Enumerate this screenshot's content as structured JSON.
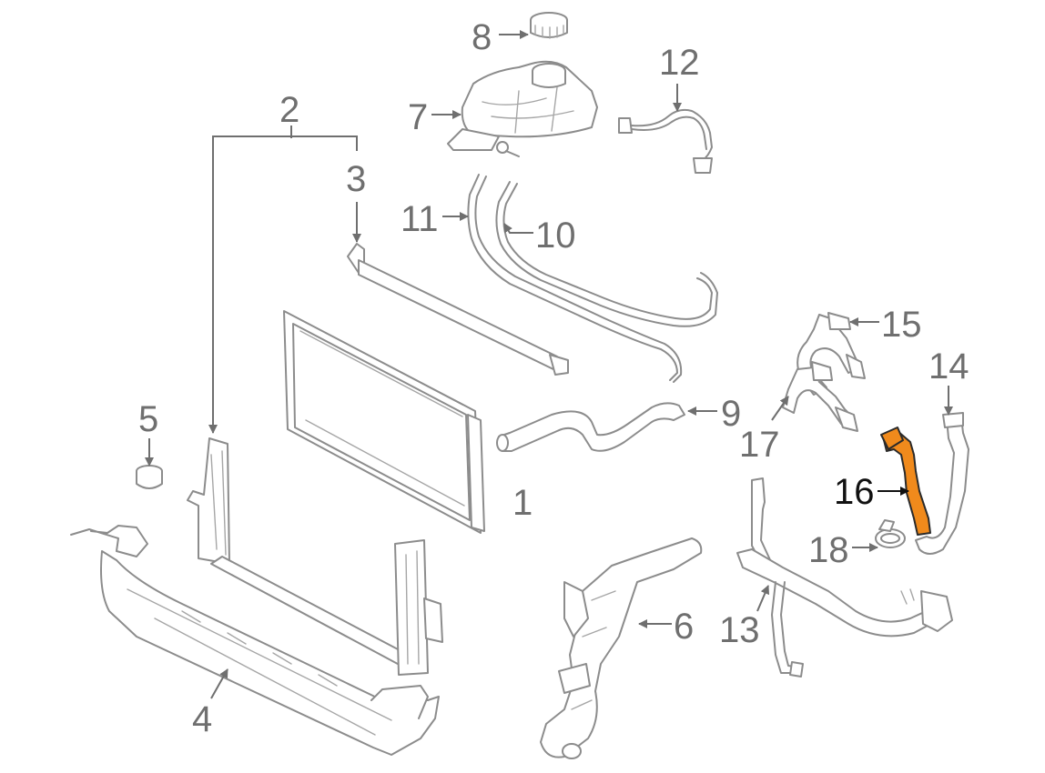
{
  "callouts": {
    "p1": "1",
    "p2": "2",
    "p3": "3",
    "p4": "4",
    "p5": "5",
    "p6": "6",
    "p7": "7",
    "p8": "8",
    "p9": "9",
    "p10": "10",
    "p11": "11",
    "p12": "12",
    "p13": "13",
    "p14": "14",
    "p15": "15",
    "p16": "16",
    "p17": "17",
    "p18": "18"
  },
  "highlight": {
    "part": "16",
    "color": "#f08a1c"
  },
  "colors": {
    "line": "#8c8c8c",
    "label": "#6f6f6f",
    "highlight_label": "#111111"
  }
}
